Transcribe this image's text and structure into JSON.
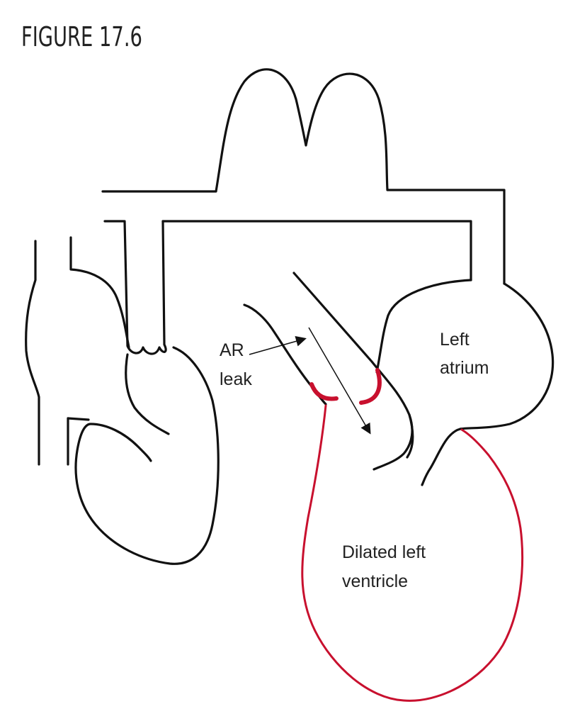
{
  "figure": {
    "title": "FIGURE 17.6"
  },
  "labels": {
    "ar_leak_line1": "AR",
    "ar_leak_line2": "leak",
    "left_atrium_line1": "Left",
    "left_atrium_line2": "atrium",
    "dilated_lv_line1": "Dilated left",
    "dilated_lv_line2": "ventricle"
  },
  "colors": {
    "highlight": "#c8102e",
    "outline": "#111111"
  }
}
